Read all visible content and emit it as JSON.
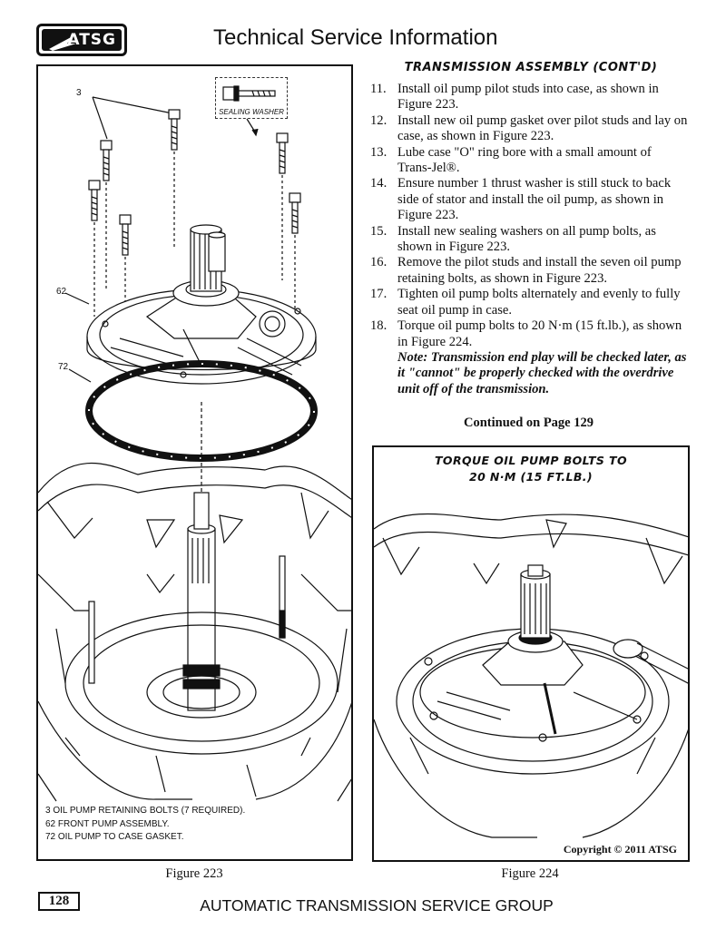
{
  "header": {
    "logo_text": "ATSG",
    "title": "Technical Service Information"
  },
  "section": {
    "title": "TRANSMISSION ASSEMBLY (CONT'D)",
    "steps": [
      {
        "num": "11.",
        "text": "Install oil pump pilot studs into case, as shown in Figure 223."
      },
      {
        "num": "12.",
        "text": "Install new oil pump gasket over pilot studs and lay on case, as shown in Figure 223."
      },
      {
        "num": "13.",
        "text": "Lube case \"O\" ring bore with a small amount of Trans-Jel®."
      },
      {
        "num": "14.",
        "text": "Ensure number 1 thrust washer is still stuck to back side of stator and install the oil pump, as shown in Figure 223."
      },
      {
        "num": "15.",
        "text": "Install new sealing washers on all pump bolts, as shown in Figure 223."
      },
      {
        "num": "16.",
        "text": "Remove the pilot studs and install the seven oil pump retaining bolts, as shown in Figure 223."
      },
      {
        "num": "17.",
        "text": "Tighten oil pump bolts alternately and evenly to fully seat oil pump in case."
      },
      {
        "num": "18.",
        "text": "Torque oil pump bolts to 20 N·m (15 ft.lb.), as shown in Figure 224."
      }
    ],
    "note": "Note: Transmission end play will be checked later, as it \"cannot\" be properly checked with the overdrive unit off of the transmission.",
    "continued": "Continued on Page 129"
  },
  "figure223": {
    "caption": "Figure 223",
    "callouts": {
      "bolts": "3",
      "pump": "62",
      "gasket": "72"
    },
    "sealing_washer_label": "SEALING WASHER",
    "legend": [
      "3  OIL PUMP RETAINING BOLTS  (7 REQUIRED).",
      "62  FRONT PUMP ASSEMBLY.",
      "72  OIL PUMP TO CASE GASKET."
    ]
  },
  "figure224": {
    "caption": "Figure 224",
    "title_line1": "TORQUE OIL PUMP BOLTS TO",
    "title_line2": "20 N·M (15 FT.LB.)",
    "copyright": "Copyright © 2011 ATSG"
  },
  "footer": {
    "page_number": "128",
    "text": "AUTOMATIC TRANSMISSION SERVICE GROUP"
  }
}
